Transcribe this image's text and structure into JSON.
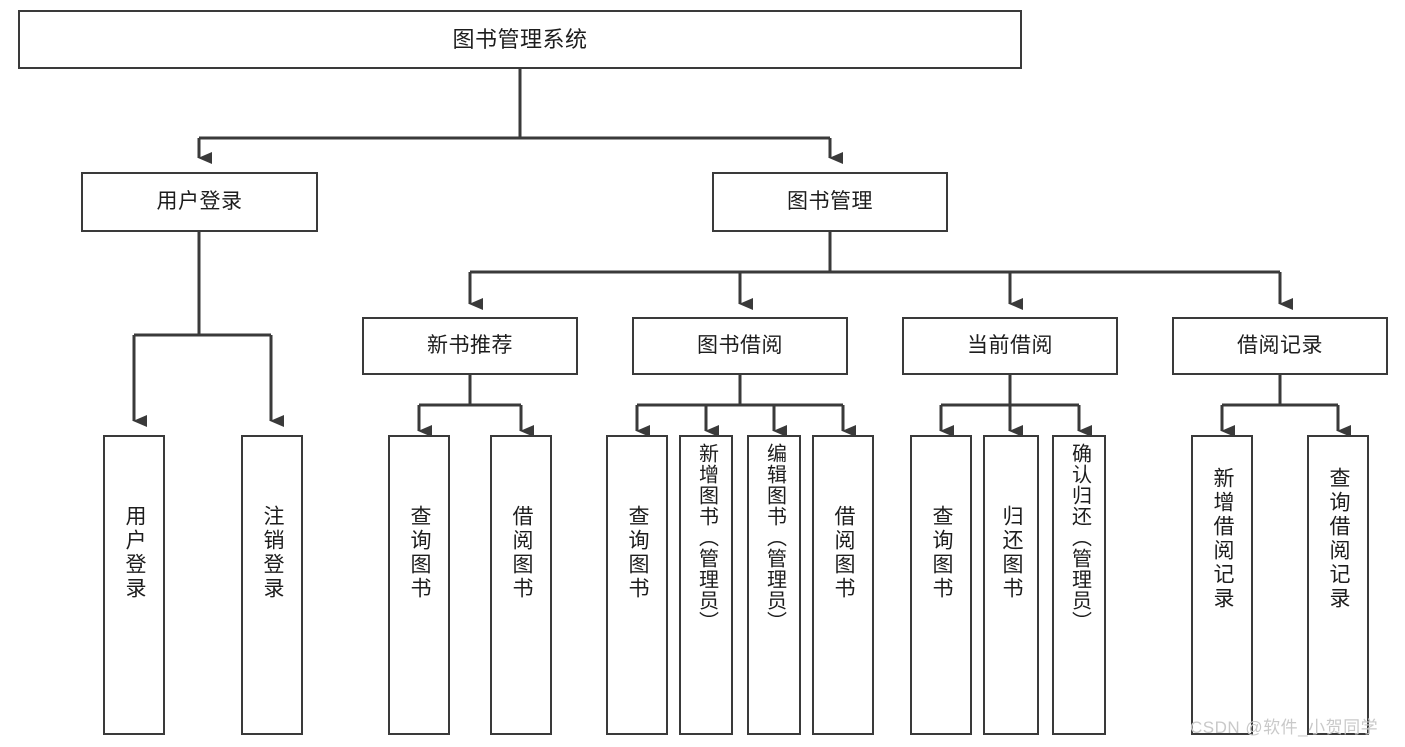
{
  "diagram": {
    "type": "tree-hierarchy",
    "title": "图书管理系统",
    "watermark": "CSDN @软件_小贺同学",
    "colors": {
      "box_border": "#3a3a3a",
      "box_fill": "#ffffff",
      "edge": "#3a3a3a",
      "text": "#1d1d1d",
      "watermark": "#c9c9c9",
      "background": "#ffffff"
    },
    "nodes": {
      "root": {
        "label": "图书管理系统",
        "level": 0
      },
      "user_login": {
        "label": "用户登录",
        "level": 1
      },
      "book_manage": {
        "label": "图书管理",
        "level": 1
      },
      "new_book_rec": {
        "label": "新书推荐",
        "level": 2
      },
      "book_borrow": {
        "label": "图书借阅",
        "level": 2
      },
      "current_borrow": {
        "label": "当前借阅",
        "level": 2
      },
      "borrow_record": {
        "label": "借阅记录",
        "level": 2
      },
      "leaf_user_login": {
        "label": "用户登录",
        "level": 2
      },
      "leaf_logout": {
        "label": "注销登录",
        "level": 2
      },
      "leaf_query_book_1": {
        "label": "查询图书",
        "level": 3
      },
      "leaf_borrow_book_1": {
        "label": "借阅图书",
        "level": 3
      },
      "leaf_query_book_2": {
        "label": "查询图书",
        "level": 3
      },
      "leaf_add_book_admin": {
        "label": "新增图书（管理员）",
        "level": 3
      },
      "leaf_edit_book_admin": {
        "label": "编辑图书（管理员）",
        "level": 3
      },
      "leaf_borrow_book_2": {
        "label": "借阅图书",
        "level": 3
      },
      "leaf_query_book_3": {
        "label": "查询图书",
        "level": 3
      },
      "leaf_return_book": {
        "label": "归还图书",
        "level": 3
      },
      "leaf_confirm_return_admin": {
        "label": "确认归还（管理员）",
        "level": 3
      },
      "leaf_add_borrow_record": {
        "label": "新增借阅记录",
        "level": 3
      },
      "leaf_query_borrow_record": {
        "label": "查询借阅记录",
        "level": 3
      }
    },
    "edges": [
      {
        "from": "root",
        "to": "user_login"
      },
      {
        "from": "root",
        "to": "book_manage"
      },
      {
        "from": "user_login",
        "to": "leaf_user_login"
      },
      {
        "from": "user_login",
        "to": "leaf_logout"
      },
      {
        "from": "book_manage",
        "to": "new_book_rec"
      },
      {
        "from": "book_manage",
        "to": "book_borrow"
      },
      {
        "from": "book_manage",
        "to": "current_borrow"
      },
      {
        "from": "book_manage",
        "to": "borrow_record"
      },
      {
        "from": "new_book_rec",
        "to": "leaf_query_book_1"
      },
      {
        "from": "new_book_rec",
        "to": "leaf_borrow_book_1"
      },
      {
        "from": "book_borrow",
        "to": "leaf_query_book_2"
      },
      {
        "from": "book_borrow",
        "to": "leaf_add_book_admin"
      },
      {
        "from": "book_borrow",
        "to": "leaf_edit_book_admin"
      },
      {
        "from": "book_borrow",
        "to": "leaf_borrow_book_2"
      },
      {
        "from": "current_borrow",
        "to": "leaf_query_book_3"
      },
      {
        "from": "current_borrow",
        "to": "leaf_return_book"
      },
      {
        "from": "current_borrow",
        "to": "leaf_confirm_return_admin"
      },
      {
        "from": "borrow_record",
        "to": "leaf_add_borrow_record"
      },
      {
        "from": "borrow_record",
        "to": "leaf_query_borrow_record"
      }
    ]
  }
}
